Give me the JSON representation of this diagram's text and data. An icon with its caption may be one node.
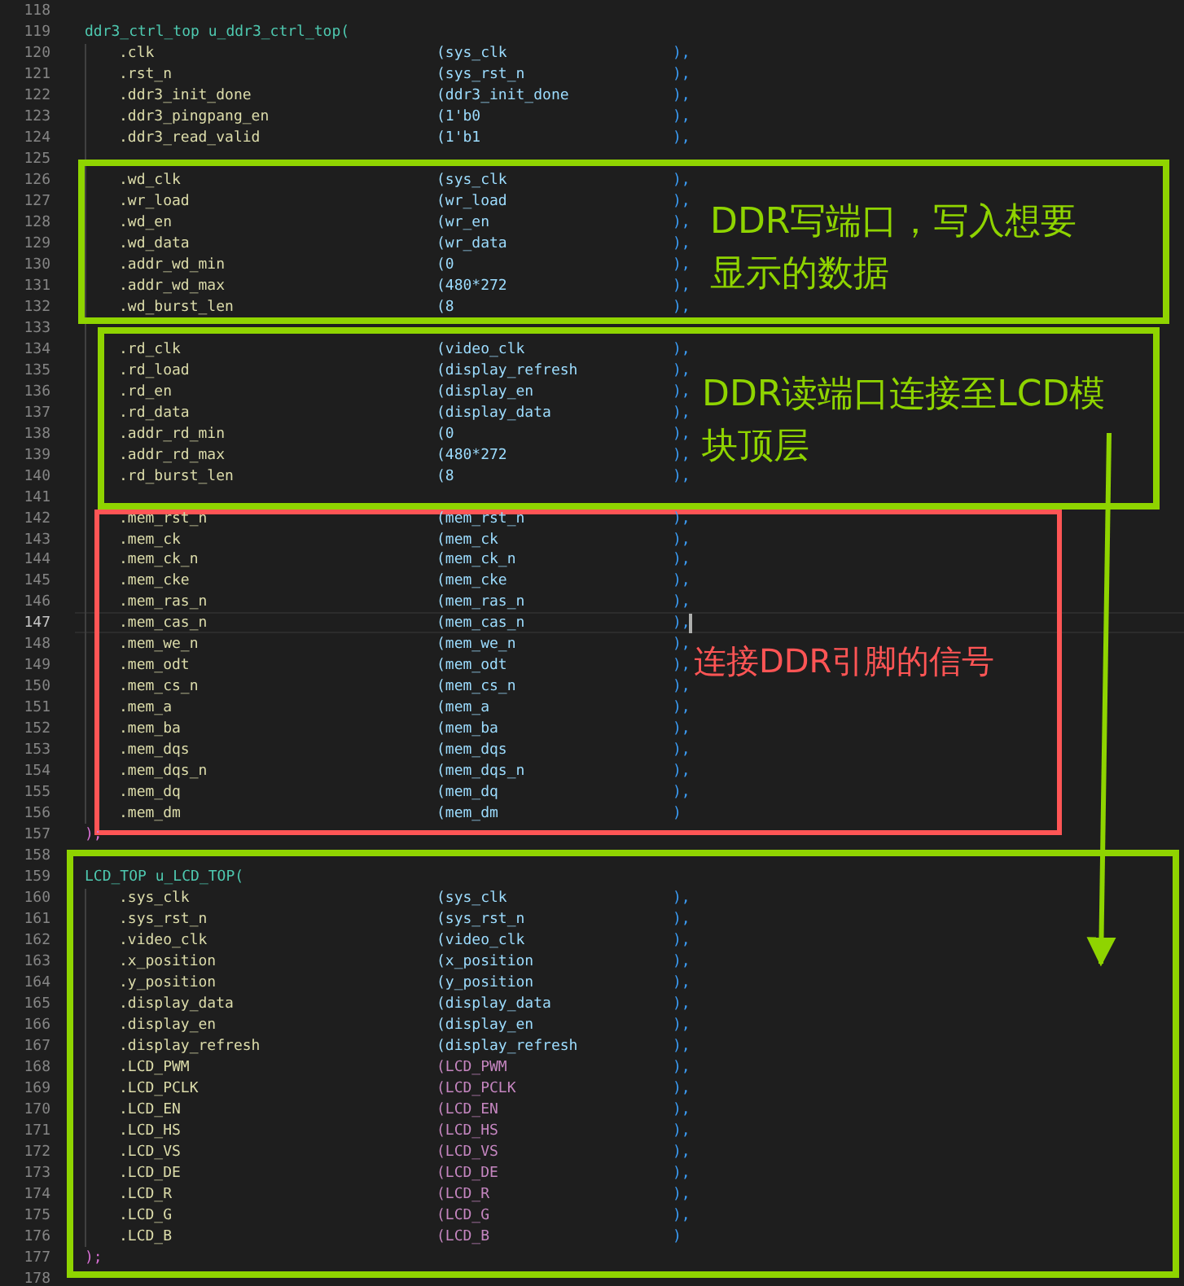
{
  "diagram": {
    "nodes": [
      {
        "text": [
          "DDR写端口，写入想要显示的数据",
          ".wd_clk",
          "(sys_clk",
          "),",
          ".wr_load",
          "(wr_load",
          "),",
          ".wd_en",
          "(wr_en",
          "),",
          ".wd_data",
          "(wr_data",
          "),",
          ".addr_wd_min",
          "(0",
          "),",
          ".addr_wd_max",
          "(480*272",
          "),",
          ".wd_burst_len",
          "(8",
          "),"
        ]
      },
      {
        "text": [
          "DDR读端口连接至LCD模块顶层",
          ".rd_clk",
          "(video_clk",
          "),",
          ".rd_load",
          "(display_refresh",
          "),",
          ".rd_en",
          "(display_en",
          "),",
          ".rd_data",
          "(display_data",
          "),",
          ".addr_rd_min",
          "(0",
          "),",
          ".addr_rd_max",
          "(480*272",
          "),",
          ".rd_burst_len",
          "(8",
          "),"
        ]
      },
      {
        "text": [
          "连接DDR引脚的信号",
          ".mem_rst_n",
          "(mem_rst_n",
          "),",
          ".mem_ck",
          "(mem_ck",
          "),",
          ".mem_ck_n",
          "(mem_ck_n",
          "),",
          ".mem_cke",
          "(mem_cke",
          "),",
          ".mem_ras_n",
          "(mem_ras_n",
          "),",
          ".mem_cas_n",
          "(mem_cas_n",
          "),",
          ".mem_we_n",
          "(mem_we_n",
          "),",
          ".mem_odt",
          "(mem_odt",
          "),",
          ".mem_cs_n",
          "(mem_cs_n",
          "),",
          ".mem_a",
          "(mem_a",
          "),",
          ".mem_ba",
          "(mem_ba",
          "),",
          ".mem_dqs",
          "(mem_dqs",
          "),",
          ".mem_dqs_n",
          "(mem_dqs_n",
          "),",
          ".mem_dq",
          "(mem_dq",
          "),",
          ".mem_dm",
          "(mem_dm",
          ")"
        ]
      },
      {
        "text": [
          "LCD_TOP u_LCD_TOP(",
          ".sys_clk",
          "(sys_clk",
          "),",
          ".sys_rst_n",
          "(sys_rst_n",
          "),",
          ".video_clk",
          "(video_clk",
          "),",
          ".x_position",
          "(x_position",
          "),",
          ".y_position",
          "(y_position",
          "),",
          ".display_data",
          "(display_data",
          "),",
          ".display_en",
          "(display_en",
          "),",
          ".display_refresh",
          "(display_refresh",
          "),",
          ".LCD_PWM",
          "(LCD_PWM",
          "),",
          ".LCD_PCLK",
          "(LCD_PCLK",
          "),",
          ".LCD_EN",
          "(LCD_EN",
          "),",
          ".LCD_HS",
          "(LCD_HS",
          "),",
          ".LCD_VS",
          "(LCD_VS",
          "),",
          ".LCD_DE",
          "(LCD_DE",
          "),",
          ".LCD_R",
          "(LCD_R",
          "),",
          ".LCD_G",
          "(LCD_G",
          "),",
          ".LCD_B",
          "(LCD_B",
          ")",
          ");"
        ]
      }
    ],
    "edges": [
      {
        "from": 1,
        "to": 3,
        "arrow": "to"
      }
    ],
    "labels": [
      "118",
      "119",
      "ddr3_ctrl_top u_ddr3_ctrl_top(",
      "120",
      ".clk",
      "(sys_clk",
      "),",
      "121",
      ".rst_n",
      "(sys_rst_n",
      "),",
      "122",
      ".ddr3_init_done",
      "(ddr3_init_done",
      "),",
      "123",
      ".ddr3_pingpang_en",
      "(1'b0",
      "),",
      "124",
      ".ddr3_read_valid",
      "(1'b1",
      "),",
      "125",
      "126",
      "127",
      "128",
      "129",
      "130",
      "131",
      "132",
      "133",
      "134",
      "135",
      "136",
      "137",
      "138",
      "139",
      "140",
      "141",
      "142",
      "143",
      "144",
      "145",
      "146",
      "147",
      "148",
      "149",
      "150",
      "151",
      "152",
      "153",
      "154",
      "155",
      "156",
      "157",
      ");",
      "158",
      "159",
      "160",
      "161",
      "162",
      "163",
      "164",
      "165",
      "166",
      "167",
      "168",
      "169",
      "170",
      "171",
      "172",
      "173",
      "174",
      "175",
      "176",
      "177",
      "178"
    ]
  }
}
